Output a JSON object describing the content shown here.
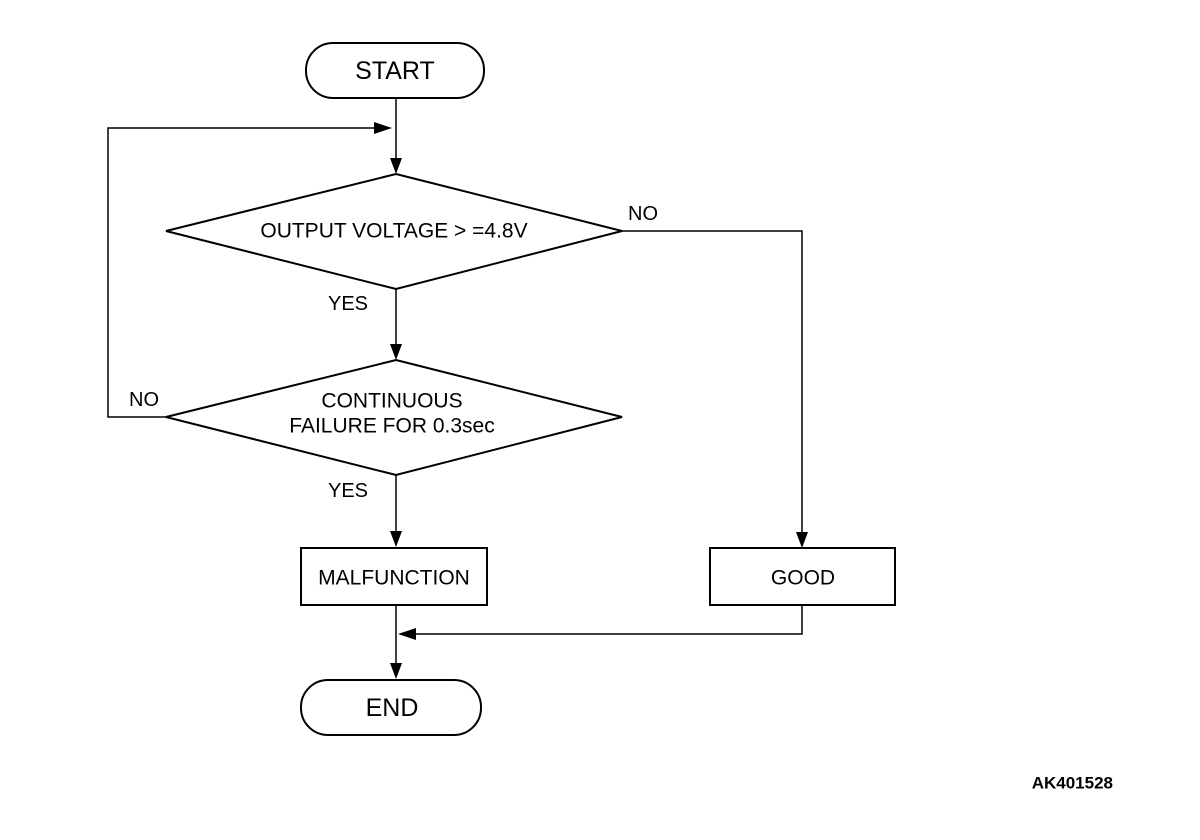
{
  "diagram": {
    "nodes": {
      "start": "START",
      "decision_voltage": "OUTPUT VOLTAGE > =4.8V",
      "decision_failure": [
        "CONTINUOUS",
        "FAILURE FOR 0.3sec"
      ],
      "malfunction": "MALFUNCTION",
      "good": "GOOD",
      "end": "END"
    },
    "branches": {
      "voltage_no": "NO",
      "voltage_yes": "YES",
      "failure_no": "NO",
      "failure_yes": "YES"
    },
    "edges": [
      {
        "from": "start",
        "to": "decision_voltage"
      },
      {
        "from": "decision_voltage",
        "to": "decision_failure",
        "label": "YES"
      },
      {
        "from": "decision_voltage",
        "to": "good",
        "label": "NO"
      },
      {
        "from": "decision_failure",
        "to": "malfunction",
        "label": "YES"
      },
      {
        "from": "decision_failure",
        "to": "decision_voltage",
        "label": "NO"
      },
      {
        "from": "malfunction",
        "to": "end"
      },
      {
        "from": "good",
        "to": "end"
      }
    ],
    "figure_id": "AK401528"
  }
}
